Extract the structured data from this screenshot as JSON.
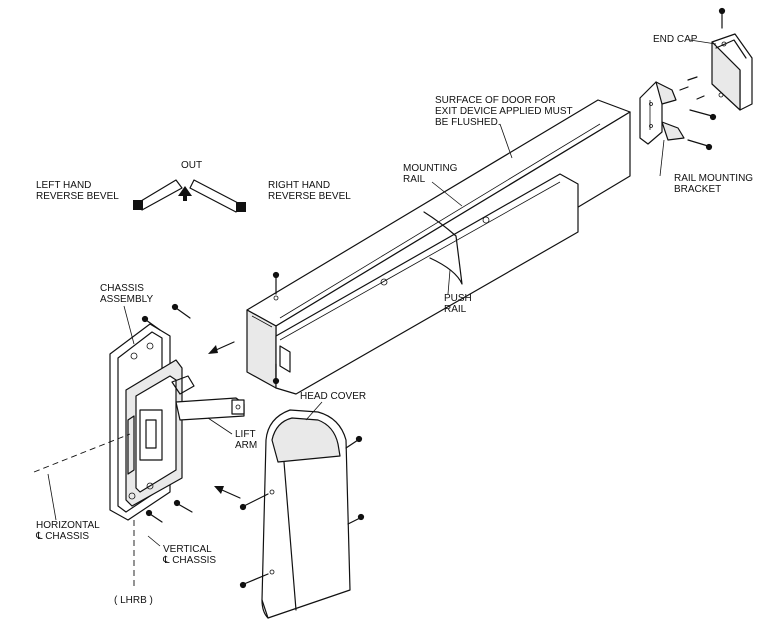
{
  "labels": {
    "end_cap": "END CAP",
    "surface_note": [
      "SURFACE OF DOOR FOR",
      "EXIT DEVICE APPLIED MUST",
      "BE FLUSHED."
    ],
    "out": "OUT",
    "left_hand": [
      "LEFT HAND",
      "REVERSE BEVEL"
    ],
    "right_hand": [
      "RIGHT HAND",
      "REVERSE BEVEL"
    ],
    "mounting_rail": [
      "MOUNTING",
      "RAIL"
    ],
    "rail_mounting_bracket": [
      "RAIL MOUNTING",
      "BRACKET"
    ],
    "chassis_assembly": [
      "CHASSIS",
      "ASSEMBLY"
    ],
    "push_rail": [
      "PUSH",
      "RAIL"
    ],
    "head_cover": "HEAD COVER",
    "lift_arm": [
      "LIFT",
      "ARM"
    ],
    "horizontal_chassis": [
      "HORIZONTAL",
      "℄ CHASSIS"
    ],
    "vertical_chassis": [
      "VERTICAL",
      "℄ CHASSIS"
    ],
    "lhrb": "( LHRB )"
  }
}
